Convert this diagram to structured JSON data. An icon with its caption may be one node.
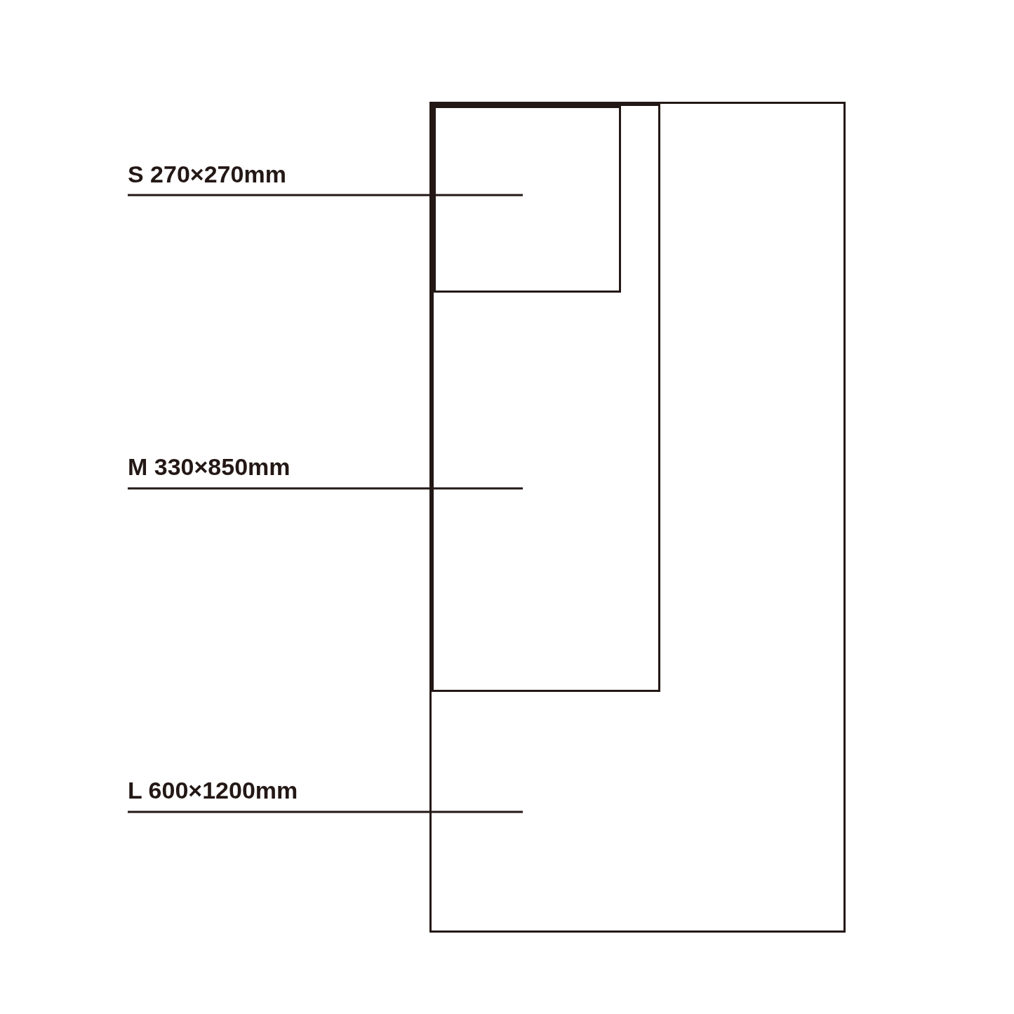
{
  "diagram": {
    "nodes": [
      {
        "text": [],
        "shape": "box"
      },
      {
        "text": [],
        "shape": "box",
        "in": 0
      },
      {
        "text": [],
        "shape": "box",
        "in": 1
      },
      {
        "text": [
          "S 270×270mm"
        ]
      },
      {
        "text": [
          "M 330×850mm"
        ]
      },
      {
        "text": [
          "L 600×1200mm"
        ]
      }
    ],
    "edges": [
      {
        "from": 3,
        "to": 2,
        "arrow": "none"
      },
      {
        "from": 4,
        "to": 1,
        "arrow": "none"
      },
      {
        "from": 5,
        "to": 0,
        "arrow": "none"
      }
    ]
  }
}
